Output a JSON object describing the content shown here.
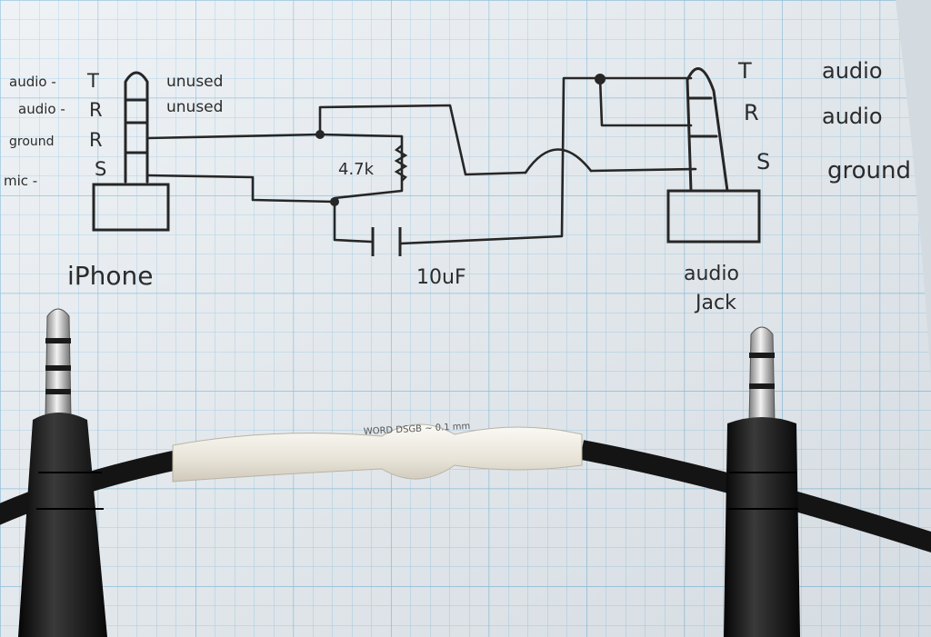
{
  "colors": {
    "paper": "#e9eef2",
    "grid": "#8fc3e0",
    "ink": "#262626",
    "cable": "#141414",
    "tape": "#f3f0e8",
    "plug_metal": "#c8c8c8"
  },
  "left_jack": {
    "title": "iPhone",
    "pins": [
      {
        "left": "audio -",
        "letter": "T",
        "right": "unused"
      },
      {
        "left": "audio -",
        "letter": "R",
        "right": "unused"
      },
      {
        "left": "ground",
        "letter": "R",
        "right": ""
      },
      {
        "left": "mic -",
        "letter": "S",
        "right": ""
      }
    ]
  },
  "right_jack": {
    "title_line1": "audio",
    "title_line2": "Jack",
    "pins": [
      {
        "letter": "T",
        "label": "audio"
      },
      {
        "letter": "R",
        "label": "audio"
      },
      {
        "letter": "S",
        "label": "ground"
      }
    ]
  },
  "components": {
    "resistor": "4.7k",
    "capacitor": "10uF"
  },
  "tape_text": "WORD DSGB ~ 0.1 mm"
}
